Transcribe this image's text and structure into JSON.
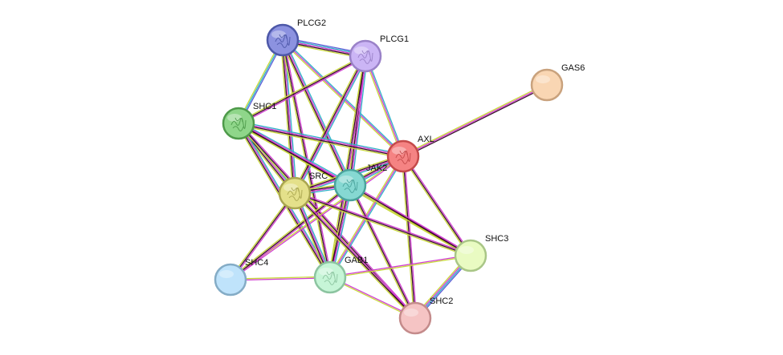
{
  "network": {
    "nodes": [
      {
        "id": "PLCG2",
        "label": "PLCG2",
        "fill": "#8c92e0",
        "stroke": "#4d58a8",
        "structure": true
      },
      {
        "id": "PLCG1",
        "label": "PLCG1",
        "fill": "#cbb5f5",
        "stroke": "#9a82c8",
        "structure": true
      },
      {
        "id": "GAS6",
        "label": "GAS6",
        "fill": "#f9d6b3",
        "stroke": "#c9a27d",
        "structure": false
      },
      {
        "id": "SHC1",
        "label": "SHC1",
        "fill": "#8fd68a",
        "stroke": "#4e9a4a",
        "structure": true
      },
      {
        "id": "AXL",
        "label": "AXL",
        "fill": "#f58383",
        "stroke": "#c44a4a",
        "structure": true
      },
      {
        "id": "JAK2",
        "label": "JAK2",
        "fill": "#86d8d2",
        "stroke": "#4aa39c",
        "structure": true
      },
      {
        "id": "SRC",
        "label": "SRC",
        "fill": "#e4e08a",
        "stroke": "#aaa650",
        "structure": true
      },
      {
        "id": "SHC3",
        "label": "SHC3",
        "fill": "#e9fbc2",
        "stroke": "#a9c687",
        "structure": false
      },
      {
        "id": "SHC4",
        "label": "SHC4",
        "fill": "#bfe3fb",
        "stroke": "#84acc6",
        "structure": false
      },
      {
        "id": "GAB1",
        "label": "GAB1",
        "fill": "#c6f5d7",
        "stroke": "#8cc4a0",
        "structure": true
      },
      {
        "id": "SHC2",
        "label": "SHC2",
        "fill": "#f5c4c4",
        "stroke": "#c48b8b",
        "structure": false
      }
    ],
    "edges": [
      {
        "from": "GAS6",
        "to": "AXL",
        "colors": [
          "#3a0c2c",
          "#d13fd1",
          "#c8d83a"
        ]
      },
      {
        "from": "PLCG2",
        "to": "PLCG1",
        "colors": [
          "#5c5cd6",
          "#2fb3c8",
          "#d13fd1",
          "#3a0c2c",
          "#c8d83a"
        ]
      },
      {
        "from": "PLCG2",
        "to": "SHC1",
        "colors": [
          "#5c5cd6",
          "#2fb3c8",
          "#c8d83a"
        ]
      },
      {
        "from": "PLCG2",
        "to": "SRC",
        "colors": [
          "#2fb3c8",
          "#d13fd1",
          "#3a0c2c",
          "#c8d83a"
        ]
      },
      {
        "from": "PLCG2",
        "to": "JAK2",
        "colors": [
          "#2fb3c8",
          "#d13fd1",
          "#3a0c2c",
          "#c8d83a"
        ]
      },
      {
        "from": "PLCG2",
        "to": "AXL",
        "colors": [
          "#2fb3c8",
          "#d13fd1",
          "#c8d83a"
        ]
      },
      {
        "from": "PLCG2",
        "to": "GAB1",
        "colors": [
          "#d13fd1",
          "#3a0c2c",
          "#c8d83a"
        ]
      },
      {
        "from": "PLCG1",
        "to": "SHC1",
        "colors": [
          "#d13fd1",
          "#3a0c2c",
          "#c8d83a"
        ]
      },
      {
        "from": "PLCG1",
        "to": "SRC",
        "colors": [
          "#2fb3c8",
          "#d13fd1",
          "#3a0c2c",
          "#c8d83a"
        ]
      },
      {
        "from": "PLCG1",
        "to": "JAK2",
        "colors": [
          "#2fb3c8",
          "#d13fd1",
          "#3a0c2c",
          "#c8d83a"
        ]
      },
      {
        "from": "PLCG1",
        "to": "AXL",
        "colors": [
          "#2fb3c8",
          "#d13fd1",
          "#c8d83a"
        ]
      },
      {
        "from": "PLCG1",
        "to": "GAB1",
        "colors": [
          "#d13fd1",
          "#3a0c2c",
          "#c8d83a"
        ]
      },
      {
        "from": "SHC1",
        "to": "AXL",
        "colors": [
          "#2fb3c8",
          "#d13fd1",
          "#3a0c2c",
          "#c8d83a"
        ]
      },
      {
        "from": "SHC1",
        "to": "JAK2",
        "colors": [
          "#2fb3c8",
          "#d13fd1",
          "#3a0c2c",
          "#c8d83a"
        ]
      },
      {
        "from": "SHC1",
        "to": "SRC",
        "colors": [
          "#2fb3c8",
          "#d13fd1",
          "#3a0c2c",
          "#c8d83a"
        ]
      },
      {
        "from": "SHC1",
        "to": "GAB1",
        "colors": [
          "#2fb3c8",
          "#d13fd1",
          "#3a0c2c",
          "#c8d83a"
        ]
      },
      {
        "from": "SHC1",
        "to": "SHC2",
        "colors": [
          "#d13fd1",
          "#3a0c2c",
          "#c8d83a"
        ]
      },
      {
        "from": "SHC1",
        "to": "SHC3",
        "colors": [
          "#d13fd1",
          "#3a0c2c",
          "#c8d83a"
        ]
      },
      {
        "from": "AXL",
        "to": "JAK2",
        "colors": [
          "#2fb3c8",
          "#d13fd1",
          "#3a0c2c",
          "#c8d83a"
        ]
      },
      {
        "from": "AXL",
        "to": "SRC",
        "colors": [
          "#2fb3c8",
          "#d13fd1",
          "#3a0c2c",
          "#c8d83a"
        ]
      },
      {
        "from": "AXL",
        "to": "GAB1",
        "colors": [
          "#2fb3c8",
          "#d13fd1",
          "#c8d83a"
        ]
      },
      {
        "from": "AXL",
        "to": "SHC3",
        "colors": [
          "#d13fd1",
          "#3a0c2c",
          "#c8d83a"
        ]
      },
      {
        "from": "AXL",
        "to": "SHC2",
        "colors": [
          "#d13fd1",
          "#3a0c2c",
          "#c8d83a"
        ]
      },
      {
        "from": "AXL",
        "to": "SHC4",
        "colors": [
          "#d13fd1",
          "#c8d83a"
        ]
      },
      {
        "from": "JAK2",
        "to": "SRC",
        "colors": [
          "#2fb3c8",
          "#d13fd1",
          "#3a0c2c",
          "#c8d83a"
        ]
      },
      {
        "from": "JAK2",
        "to": "GAB1",
        "colors": [
          "#2fb3c8",
          "#d13fd1",
          "#3a0c2c",
          "#c8d83a"
        ]
      },
      {
        "from": "JAK2",
        "to": "SHC3",
        "colors": [
          "#d13fd1",
          "#3a0c2c",
          "#c8d83a"
        ]
      },
      {
        "from": "JAK2",
        "to": "SHC2",
        "colors": [
          "#d13fd1",
          "#3a0c2c",
          "#c8d83a"
        ]
      },
      {
        "from": "JAK2",
        "to": "SHC4",
        "colors": [
          "#d13fd1",
          "#3a0c2c",
          "#c8d83a"
        ]
      },
      {
        "from": "SRC",
        "to": "GAB1",
        "colors": [
          "#2fb3c8",
          "#d13fd1",
          "#3a0c2c",
          "#c8d83a"
        ]
      },
      {
        "from": "SRC",
        "to": "SHC3",
        "colors": [
          "#d13fd1",
          "#3a0c2c",
          "#c8d83a"
        ]
      },
      {
        "from": "SRC",
        "to": "SHC2",
        "colors": [
          "#d13fd1",
          "#3a0c2c",
          "#c8d83a"
        ]
      },
      {
        "from": "SRC",
        "to": "SHC4",
        "colors": [
          "#d13fd1",
          "#3a0c2c",
          "#c8d83a"
        ]
      },
      {
        "from": "GAB1",
        "to": "SHC3",
        "colors": [
          "#d13fd1",
          "#c8d83a"
        ]
      },
      {
        "from": "GAB1",
        "to": "SHC2",
        "colors": [
          "#d13fd1",
          "#c8d83a"
        ]
      },
      {
        "from": "GAB1",
        "to": "SHC4",
        "colors": [
          "#d13fd1",
          "#c8d83a"
        ]
      },
      {
        "from": "SHC3",
        "to": "SHC2",
        "colors": [
          "#5c5cd6",
          "#2fb3c8",
          "#d13fd1",
          "#c8d83a"
        ]
      }
    ]
  }
}
